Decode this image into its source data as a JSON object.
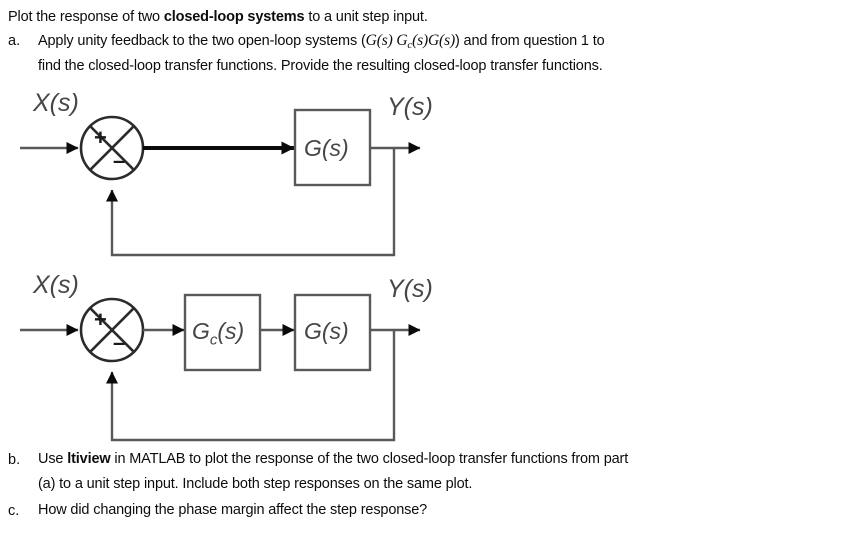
{
  "document": {
    "intro": {
      "pre": "Plot the response of two ",
      "bold": "closed-loop systems",
      "post": " to a unit step input."
    },
    "items": [
      {
        "marker": "a.",
        "lines": [
          "Apply unity feedback to the two open-loop systems (G(s)  Gc(s)G(s)) and from question 1 to",
          "find the closed-loop transfer functions. Provide the resulting closed-loop transfer functions."
        ],
        "line1_parts": {
          "plain1": "Apply unity feedback to the two open-loop systems (",
          "math": "G(s)  G",
          "mathsub": "c",
          "math2": "(s)G(s)",
          "plain2": ") and from question 1 to"
        }
      },
      {
        "marker": "b.",
        "lines": [
          "Use ltiview in MATLAB to plot the response of the two closed-loop transfer functions from part",
          "(a) to a unit step input. Include both step responses on the same plot."
        ],
        "bold_word": "ltiview",
        "line1_pre": "Use ",
        "line1_post": " in MATLAB to plot the response of the two closed-loop transfer functions from part"
      },
      {
        "marker": "c.",
        "lines": [
          "How did changing the phase margin affect the step response?"
        ]
      }
    ]
  },
  "diagrams": [
    {
      "id": "open-loop-plant-only",
      "input_label": "X(s)",
      "output_label": "Y(s)",
      "summing_junction": {
        "plus_sign": "+",
        "minus_sign": "–"
      },
      "blocks": [
        {
          "label_main": "G",
          "label_rest": "(s)",
          "label_sub": ""
        }
      ]
    },
    {
      "id": "compensated-loop",
      "input_label": "X(s)",
      "output_label": "Y(s)",
      "summing_junction": {
        "plus_sign": "+",
        "minus_sign": "–"
      },
      "blocks": [
        {
          "label_main": "G",
          "label_rest": "(s)",
          "label_sub": "c"
        },
        {
          "label_main": "G",
          "label_rest": "(s)",
          "label_sub": ""
        }
      ]
    }
  ],
  "colors": {
    "text": "#0d0d0d",
    "diagram_line": "#595959",
    "diagram_bold_line": "#000000",
    "diagram_label": "#474747",
    "background": "#ffffff"
  }
}
